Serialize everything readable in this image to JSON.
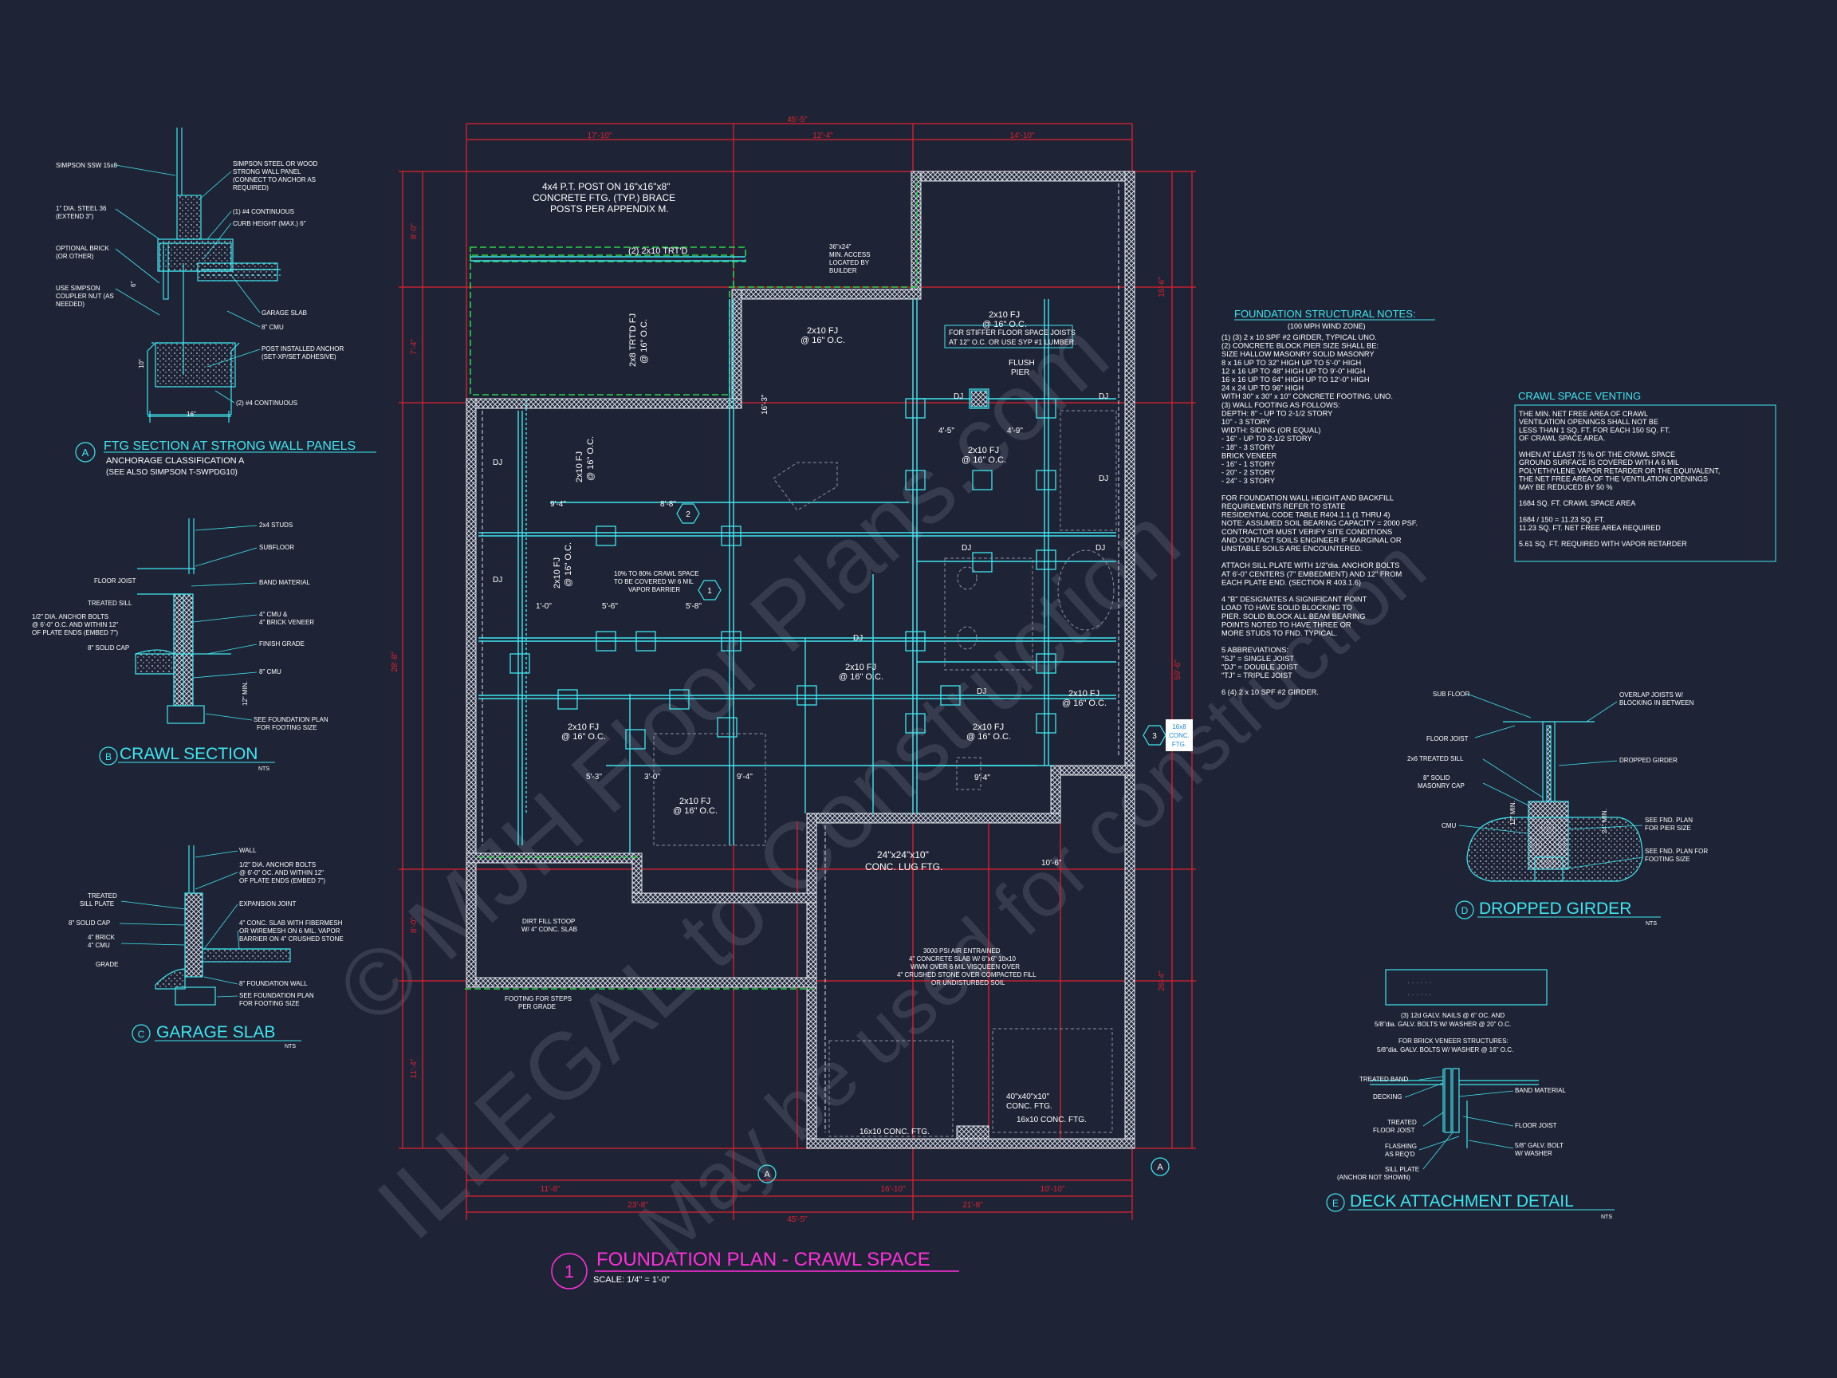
{
  "watermark": {
    "line1": "© MJH Floor Plans.com",
    "line2": "ILLEGAL to Construction",
    "line3": "May be used for construction"
  },
  "main_plan": {
    "number": "1",
    "title": "FOUNDATION PLAN - CRAWL SPACE",
    "scale": "SCALE: 1/4\" = 1'-0\""
  },
  "dims": {
    "top_overall": "45'-5\"",
    "top_a": "17'-10\"",
    "top_b": "12'-4\"",
    "top_c": "14'-10\"",
    "bottom_a": "11'-8\"",
    "bottom_b": "23'-8\"",
    "bottom_c": "16'-10\"",
    "bottom_d": "21'-8\"",
    "bottom_e": "10'-10\"",
    "bottom_overall": "45'-5\"",
    "right_overall": "59'-6\"",
    "right_a": "15'-6\"",
    "right_b": "26'-4\"",
    "left_a": "8'-0\"",
    "left_b": "7'-4\"",
    "left_c": "28'-8\"",
    "left_d": "11'-4\"",
    "left_e": "8'-0\"",
    "int_1": "9'-4\"",
    "int_2": "8'-8\"",
    "int_3": "1'-0\"",
    "int_4": "5'-6\"",
    "int_5": "5'-8\"",
    "int_6": "5'-3\"",
    "int_7": "3'-0\"",
    "int_8": "9'-4\"",
    "int_9": "4'-5\"",
    "int_10": "4'-9\"",
    "int_11": "10'-6\"",
    "int_12": "16'-3\"",
    "int_13": "9'-4\""
  },
  "plan_notes": {
    "post_note_1": "4x4 P.T. POST ON 16\"x16\"x8\"",
    "post_note_2": "CONCRETE FTG. (TYP.) BRACE",
    "post_note_3": "POSTS PER APPENDIX M.",
    "girder_trtd": "(2) 2x10 TRT'D",
    "access_1": "36\"x24\"",
    "access_2": "MIN. ACCESS",
    "access_3": "LOCATED BY",
    "access_4": "BUILDER",
    "fj_1a": "2x10 FJ",
    "fj_1b": "@ 16\" O.C.",
    "fj_2a": "2x8 TRT'D FJ",
    "fj_2b": "@ 16\" O.C.",
    "fj_3a": "2x10 FJ",
    "fj_3b": "@ 16\" O.C.",
    "fj_4a": "2x10 FJ",
    "fj_4b": "@ 16\" O.C.",
    "fj_5a": "2x10 FJ",
    "fj_5b": "@ 16\" O.C.",
    "fj_6a": "2x10 FJ",
    "fj_6b": "@ 16\" O.C.",
    "fj_7a": "2x10 FJ",
    "fj_7b": "@ 16\" O.C.",
    "fj_8a": "2x10 FJ",
    "fj_8b": "@ 16\" O.C.",
    "fj_9a": "2x10 FJ",
    "fj_9b": "@ 16\" O.C.",
    "stiffer_1": "FOR STIFFER FLOOR SPACE JOISTS",
    "stiffer_2": "AT 12\" O.C. OR USE SYP #1 LUMBER.",
    "flush_1": "FLUSH",
    "flush_2": "PIER",
    "vapor_1": "10% TO 80% CRAWL SPACE",
    "vapor_2": "TO BE COVERED W/ 6 MIL",
    "vapor_3": "VAPOR BARRIER",
    "lug_1": "24\"x24\"x10\"",
    "lug_2": "CONC. LUG FTG.",
    "stoop_1": "DIRT FILL STOOP",
    "stoop_2": "W/ 4\" CONC. SLAB",
    "steps_1": "FOOTING FOR STEPS",
    "steps_2": "PER GRADE",
    "slab_1": "3000 PSI AIR ENTRAINED",
    "slab_2": "4\" CONCRETE SLAB W/ 6\"x6\" 10x10",
    "slab_3": "WWM OVER 6 MIL VISQUEEN OVER",
    "slab_4": "4\" CRUSHED STONE OVER COMPACTED FILL",
    "slab_5": "OR UNDISTURBED SOIL",
    "ftg_40_1": "40\"x40\"x10\"",
    "ftg_40_2": "CONC. FTG.",
    "ftg_16_left": "16x10 CONC. FTG.",
    "ftg_16_right": "16x10 CONC. FTG.",
    "tag_16x8_1": "16x8",
    "tag_16x8_2": "CONC.",
    "tag_16x8_3": "FTG.",
    "section_a": "A",
    "marker_2": "2",
    "marker_3": "3",
    "dj": "DJ"
  },
  "structural_notes": {
    "title": "FOUNDATION STRUCTURAL NOTES:",
    "subtitle": "(100 MPH WIND ZONE)",
    "lines": [
      "(1) (3) 2 x 10 SPF #2 GIRDER, TYPICAL UNO.",
      "(2) CONCRETE BLOCK PIER SIZE SHALL BE:",
      "      SIZE      HALLOW MASONRY      SOLID MASONRY",
      "      8 x 16     UP TO 32\" HIGH      UP TO 5'-0\" HIGH",
      "      12 x 16    UP TO 48\" HIGH      UP TO 9'-0\" HIGH",
      "      16 x 16    UP TO 64\" HIGH      UP TO 12'-0\" HIGH",
      "      24 x 24    UP TO 96\" HIGH",
      "      WITH 30\" x 30\" x 10\" CONCRETE FOOTING, UNO.",
      "(3) WALL FOOTING AS FOLLOWS:",
      "      DEPTH:   8\" - UP TO 2-1/2 STORY",
      "                    10\" - 3 STORY",
      "      WIDTH:   SIDING (OR EQUAL)",
      "                    - 16\" - UP TO 2-1/2 STORY",
      "                    - 18\" - 3 STORY",
      "               BRICK VENEER",
      "                    - 16\" - 1 STORY",
      "                    - 20\" - 2 STORY",
      "                    - 24\" - 3 STORY",
      "",
      "FOR FOUNDATION WALL HEIGHT AND BACKFILL",
      "REQUIREMENTS REFER TO STATE",
      "RESIDENTIAL CODE TABLE R404.1.1 (1 THRU 4)",
      "NOTE: ASSUMED SOIL BEARING CAPACITY = 2000 PSF.",
      "CONTRACTOR MUST VERIFY SITE CONDITIONS",
      "AND CONTACT SOILS ENGINEER IF MARGINAL OR",
      "UNSTABLE SOILS ARE ENCOUNTERED.",
      "",
      "ATTACH SILL PLATE WITH 1/2\"dia. ANCHOR BOLTS",
      "AT 6'-0\" CENTERS (7\" EMBEDMENT) AND 12\" FROM",
      "EACH PLATE END. (SECTION R 403.1.6)",
      "",
      "4  \"B\" DESIGNATES A SIGNIFICANT POINT",
      "   LOAD TO HAVE SOLID BLOCKING TO",
      "   PIER. SOLID BLOCK ALL BEAM BEARING",
      "   POINTS NOTED TO HAVE THREE OR",
      "   MORE STUDS TO FND. TYPICAL.",
      "",
      "5  ABBREVIATIONS:",
      "   \"SJ\" = SINGLE JOIST",
      "   \"DJ\" = DOUBLE JOIST",
      "   \"TJ\" = TRIPLE JOIST",
      "",
      "6  (4) 2 x 10 SPF #2 GIRDER."
    ]
  },
  "crawl_venting": {
    "title": "CRAWL SPACE VENTING",
    "lines": [
      "THE MIN. NET FREE AREA OF CRAWL",
      "VENTILATION OPENINGS SHALL NOT BE",
      "LESS THAN 1 SQ. FT. FOR EACH 150 SQ. FT.",
      "OF CRAWL SPACE AREA.",
      "",
      "WHEN AT LEAST 75   % OF THE CRAWL SPACE",
      "GROUND SURFACE IS COVERED WITH A 6 MIL",
      "POLYETHYLENE VAPOR RETARDER OR THE EQUIVALENT,",
      "THE NET FREE AREA OF THE VENTILATION OPENINGS",
      "MAY BE REDUCED BY 50    %",
      "",
      "1684    SQ. FT. CRAWL SPACE AREA",
      "",
      "1684     / 150 = 11.23 SQ. FT.",
      "11.23   SQ. FT. NET FREE AREA REQUIRED",
      "",
      "5.61    SQ. FT. REQUIRED WITH VAPOR RETARDER"
    ]
  },
  "detail_a": {
    "letter": "A",
    "title": "FTG SECTION AT STRONG WALL PANELS",
    "sub1": "ANCHORAGE CLASSIFICATION A",
    "sub2": "(SEE ALSO SIMPSON T-SWPDG10)",
    "labels": {
      "simpson_ssw": "SIMPSON SSW 15x8",
      "steel_rod_1": "1\" DIA. STEEL 36",
      "steel_rod_2": "(EXTEND 3\")",
      "optional_brick_1": "OPTIONAL BRICK",
      "optional_brick_2": "(OR OTHER)",
      "coupler_1": "USE SIMPSON",
      "coupler_2": "COUPLER NUT (AS",
      "coupler_3": "NEEDED)",
      "panel_1": "SIMPSON STEEL OR WOOD",
      "panel_2": "STRONG WALL PANEL",
      "panel_3": "(CONNECT TO ANCHOR AS",
      "panel_4": "REQUIRED)",
      "cont_1": "(1) #4 CONTINUOUS",
      "curb": "CURB HEIGHT (MAX.) 6\"",
      "garage_slab": "GARAGE SLAB",
      "cmu": "8\" CMU",
      "post_anchor_1": "POST INSTALLED ANCHOR",
      "post_anchor_2": "(SET-XP/SET ADHESIVE)",
      "cont_2": "(2) #4 CONTINUOUS",
      "dim_16": "16\"",
      "dim_10": "10\"",
      "dim_6": "6\""
    }
  },
  "detail_b": {
    "letter": "B",
    "title": "CRAWL SECTION",
    "nts": "NTS",
    "labels": {
      "studs": "2x4 STUDS",
      "subfloor": "SUBFLOOR",
      "floor_joist": "FLOOR JOIST",
      "band": "BAND MATERIAL",
      "sill": "TREATED SILL",
      "anchor_1": "1/2\" DIA. ANCHOR BOLTS",
      "anchor_2": "@ 6'-0\" O.C. AND WITHIN 12\"",
      "anchor_3": "OF PLATE ENDS (EMBED 7\")",
      "cap": "8\" SOLID CAP",
      "cmu_1": "4\" CMU &",
      "cmu_2": "4\" BRICK VENEER",
      "grade": "FINISH GRADE",
      "cmu8": "8\" CMU",
      "fnd_1": "SEE FOUNDATION PLAN",
      "fnd_2": "FOR FOOTING SIZE",
      "min": "12\" MIN."
    }
  },
  "detail_c": {
    "letter": "C",
    "title": "GARAGE SLAB",
    "nts": "NTS",
    "labels": {
      "wall": "WALL",
      "anchor_1": "1/2\" DIA. ANCHOR BOLTS",
      "anchor_2": "@ 6'-0\" OC. AND WITHIN 12\"",
      "anchor_3": "OF PLATE ENDS (EMBED 7\")",
      "sill_1": "TREATED",
      "sill_2": "SILL PLATE",
      "joint": "EXPANSION JOINT",
      "cap": "8\" SOLID CAP",
      "slab_1": "4\" CONC. SLAB WITH FIBERMESH",
      "slab_2": "OR WIREMESH ON 6 MIL. VAPOR",
      "slab_3": "BARRIER ON 4\" CRUSHED STONE",
      "brick_1": "4\" BRICK",
      "brick_2": "4\" CMU",
      "grade": "GRADE",
      "fwall": "8\" FOUNDATION WALL",
      "fnd_1": "SEE FOUNDATION PLAN",
      "fnd_2": "FOR FOOTING SIZE"
    }
  },
  "detail_d": {
    "letter": "D",
    "title": "DROPPED GIRDER",
    "nts": "NTS",
    "labels": {
      "subfloor": "SUB FLOOR",
      "overlap_1": "OVERLAP JOISTS W/",
      "overlap_2": "BLOCKING IN BETWEEN",
      "joist": "FLOOR JOIST",
      "girder": "DROPPED GIRDER",
      "sill": "2x6 TREATED SILL",
      "cap_1": "8\" SOLID",
      "cap_2": "MASONRY CAP",
      "cmu": "CMU",
      "pier_1": "SEE FND. PLAN",
      "pier_2": "FOR PIER SIZE",
      "ftg_1": "SEE FND. PLAN FOR",
      "ftg_2": "FOOTING SIZE",
      "min_12": "12\" MIN.",
      "min_24": "24\" MIN."
    }
  },
  "detail_e": {
    "letter": "E",
    "title": "DECK ATTACHMENT DETAIL",
    "nts": "NTS",
    "labels": {
      "nails_1": "(3) 12d GALV. NAILS @ 6\" OC. AND",
      "nails_2": "5/8\"dia. GALV. BOLTS W/ WASHER @ 20\" O.C.",
      "veneer_1": "FOR BRICK VENEER STRUCTURES:",
      "veneer_2": "5/8\"dia. GALV. BOLTS W/ WASHER @ 16\" O.C.",
      "band": "TREATED BAND",
      "decking": "DECKING",
      "band_mat": "BAND MATERIAL",
      "tfj_1": "TREATED",
      "tfj_2": "FLOOR JOIST",
      "floor_joist": "FLOOR JOIST",
      "flashing_1": "FLASHING",
      "flashing_2": "AS REQ'D",
      "bolt_1": "5/8\" GALV. BOLT",
      "bolt_2": "W/ WASHER",
      "sill_1": "SILL PLATE",
      "sill_2": "(ANCHOR NOT SHOWN)"
    }
  }
}
